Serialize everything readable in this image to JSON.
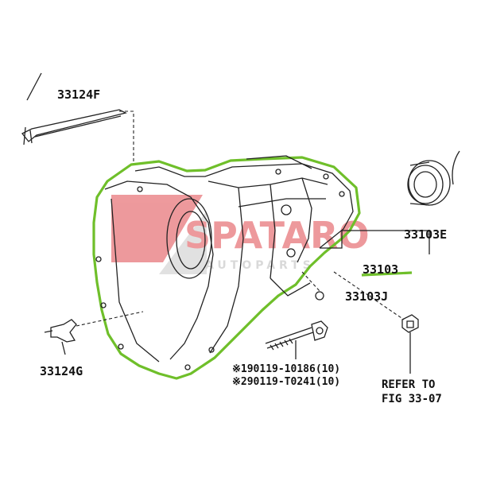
{
  "watermark": {
    "brand": "SPATARO",
    "sub": "AUTOPARTS",
    "color": "#e0474c",
    "gray": "#c9c9c9"
  },
  "highlight_color": "#6fbf2a",
  "labels": {
    "shaft": "33124F",
    "seal": "33103E",
    "case": "33103",
    "plug": "33103J",
    "fork": "33124G",
    "bolt_1": "※190119-10186(10)",
    "bolt_2": "※290119-T0241(10)",
    "refer_1": "REFER TO",
    "refer_2": "FIG 33-07"
  }
}
